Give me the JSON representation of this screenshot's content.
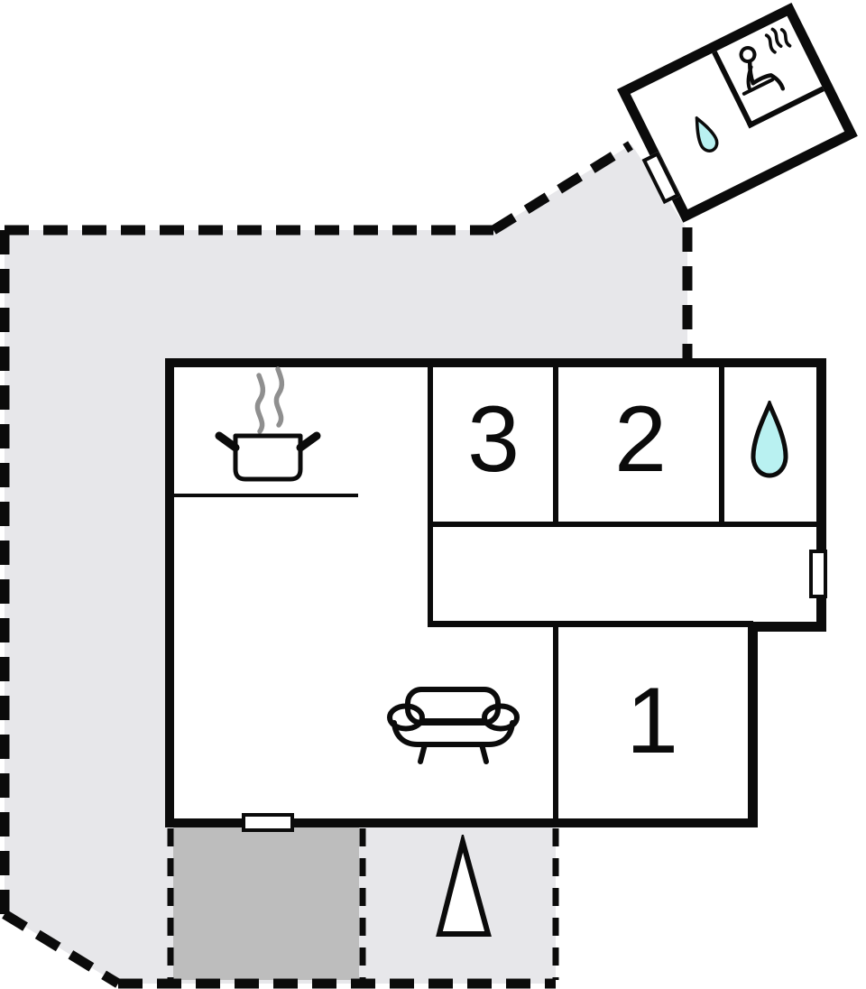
{
  "floor_plan": {
    "room_labels": {
      "room1": "1",
      "room2": "2",
      "room3": "3"
    },
    "colors": {
      "wall": "#0b0b0b",
      "plot_fill": "#e7e7ea",
      "terrace_fill": "#bdbdbd",
      "water_drop_fill": "#b9f1f1",
      "steam_gray": "#8f8f8f",
      "paper": "#ffffff"
    },
    "icons": [
      {
        "name": "cooking-pot-icon"
      },
      {
        "name": "steam-icon"
      },
      {
        "name": "water-drop-icon-bathroom"
      },
      {
        "name": "water-drop-icon-sauna"
      },
      {
        "name": "sauna-person-icon"
      },
      {
        "name": "sofa-icon"
      },
      {
        "name": "north-arrow-icon"
      },
      {
        "name": "door-marker"
      }
    ]
  }
}
